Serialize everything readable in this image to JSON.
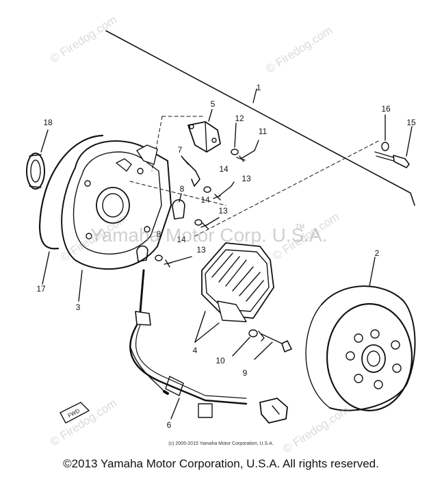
{
  "watermark": {
    "site": "© Firedog.com",
    "brand": "Yamaha Motor Corp. U.S.A.",
    "tm": "TM"
  },
  "callouts": [
    "1",
    "2",
    "3",
    "4",
    "5",
    "6",
    "7",
    "8",
    "8",
    "9",
    "10",
    "11",
    "12",
    "13",
    "13",
    "13",
    "14",
    "14",
    "14",
    "15",
    "16",
    "17",
    "18"
  ],
  "fwd_label": "FWD",
  "copyright_small": "(c) 2005-2015 Yamaha Motor Corporation, U.S.A.",
  "copyright_main": "©2013 Yamaha Motor Corporation, U.S.A. All rights reserved."
}
